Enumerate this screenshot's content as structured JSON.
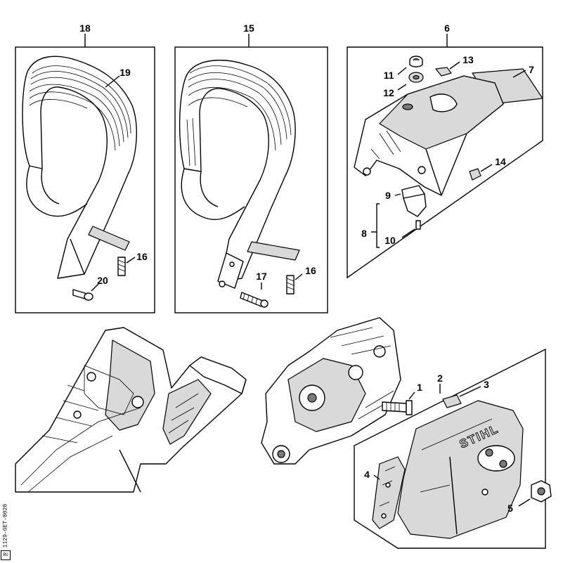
{
  "diagram": {
    "brand_logo": "STIHL",
    "drawing_code": "1129-GET-0020",
    "corner_mark": "RU",
    "callouts": {
      "n1": "1",
      "n2": "2",
      "n3": "3",
      "n4": "4",
      "n5": "5",
      "n6": "6",
      "n7": "7",
      "n8": "8",
      "n9": "9",
      "n10": "10",
      "n11": "11",
      "n12": "12",
      "n13": "13",
      "n14": "14",
      "n15": "15",
      "n16a": "16",
      "n16b": "16",
      "n17": "17",
      "n18": "18",
      "n19": "19",
      "n20": "20"
    }
  }
}
